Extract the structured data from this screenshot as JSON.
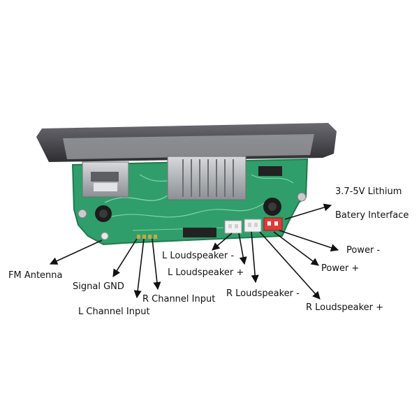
{
  "labels": {
    "battery_line1": "3.7-5V Lithium",
    "battery_line2": "Batery Interface",
    "power_minus": "Power -",
    "power_plus": "Power +",
    "l_speaker_minus": "L Loudspeaker -",
    "l_speaker_plus": "L Loudspeaker +",
    "r_speaker_minus": "R Loudspeaker  -",
    "r_speaker_plus": "R Loudspeaker +",
    "fm_antenna": "FM Antenna",
    "signal_gnd": "Signal GND",
    "r_channel_input": "R Channel Input",
    "l_channel_input": "L Channel Input"
  },
  "colors": {
    "pcb": "#2f9e6a",
    "pcb_dark": "#1f7a4f",
    "panel": "#4a4a4e",
    "metal": "#b9bbbd",
    "connector_white": "#f2f2f2",
    "connector_red": "#e03a3a",
    "arrow": "#111111"
  }
}
